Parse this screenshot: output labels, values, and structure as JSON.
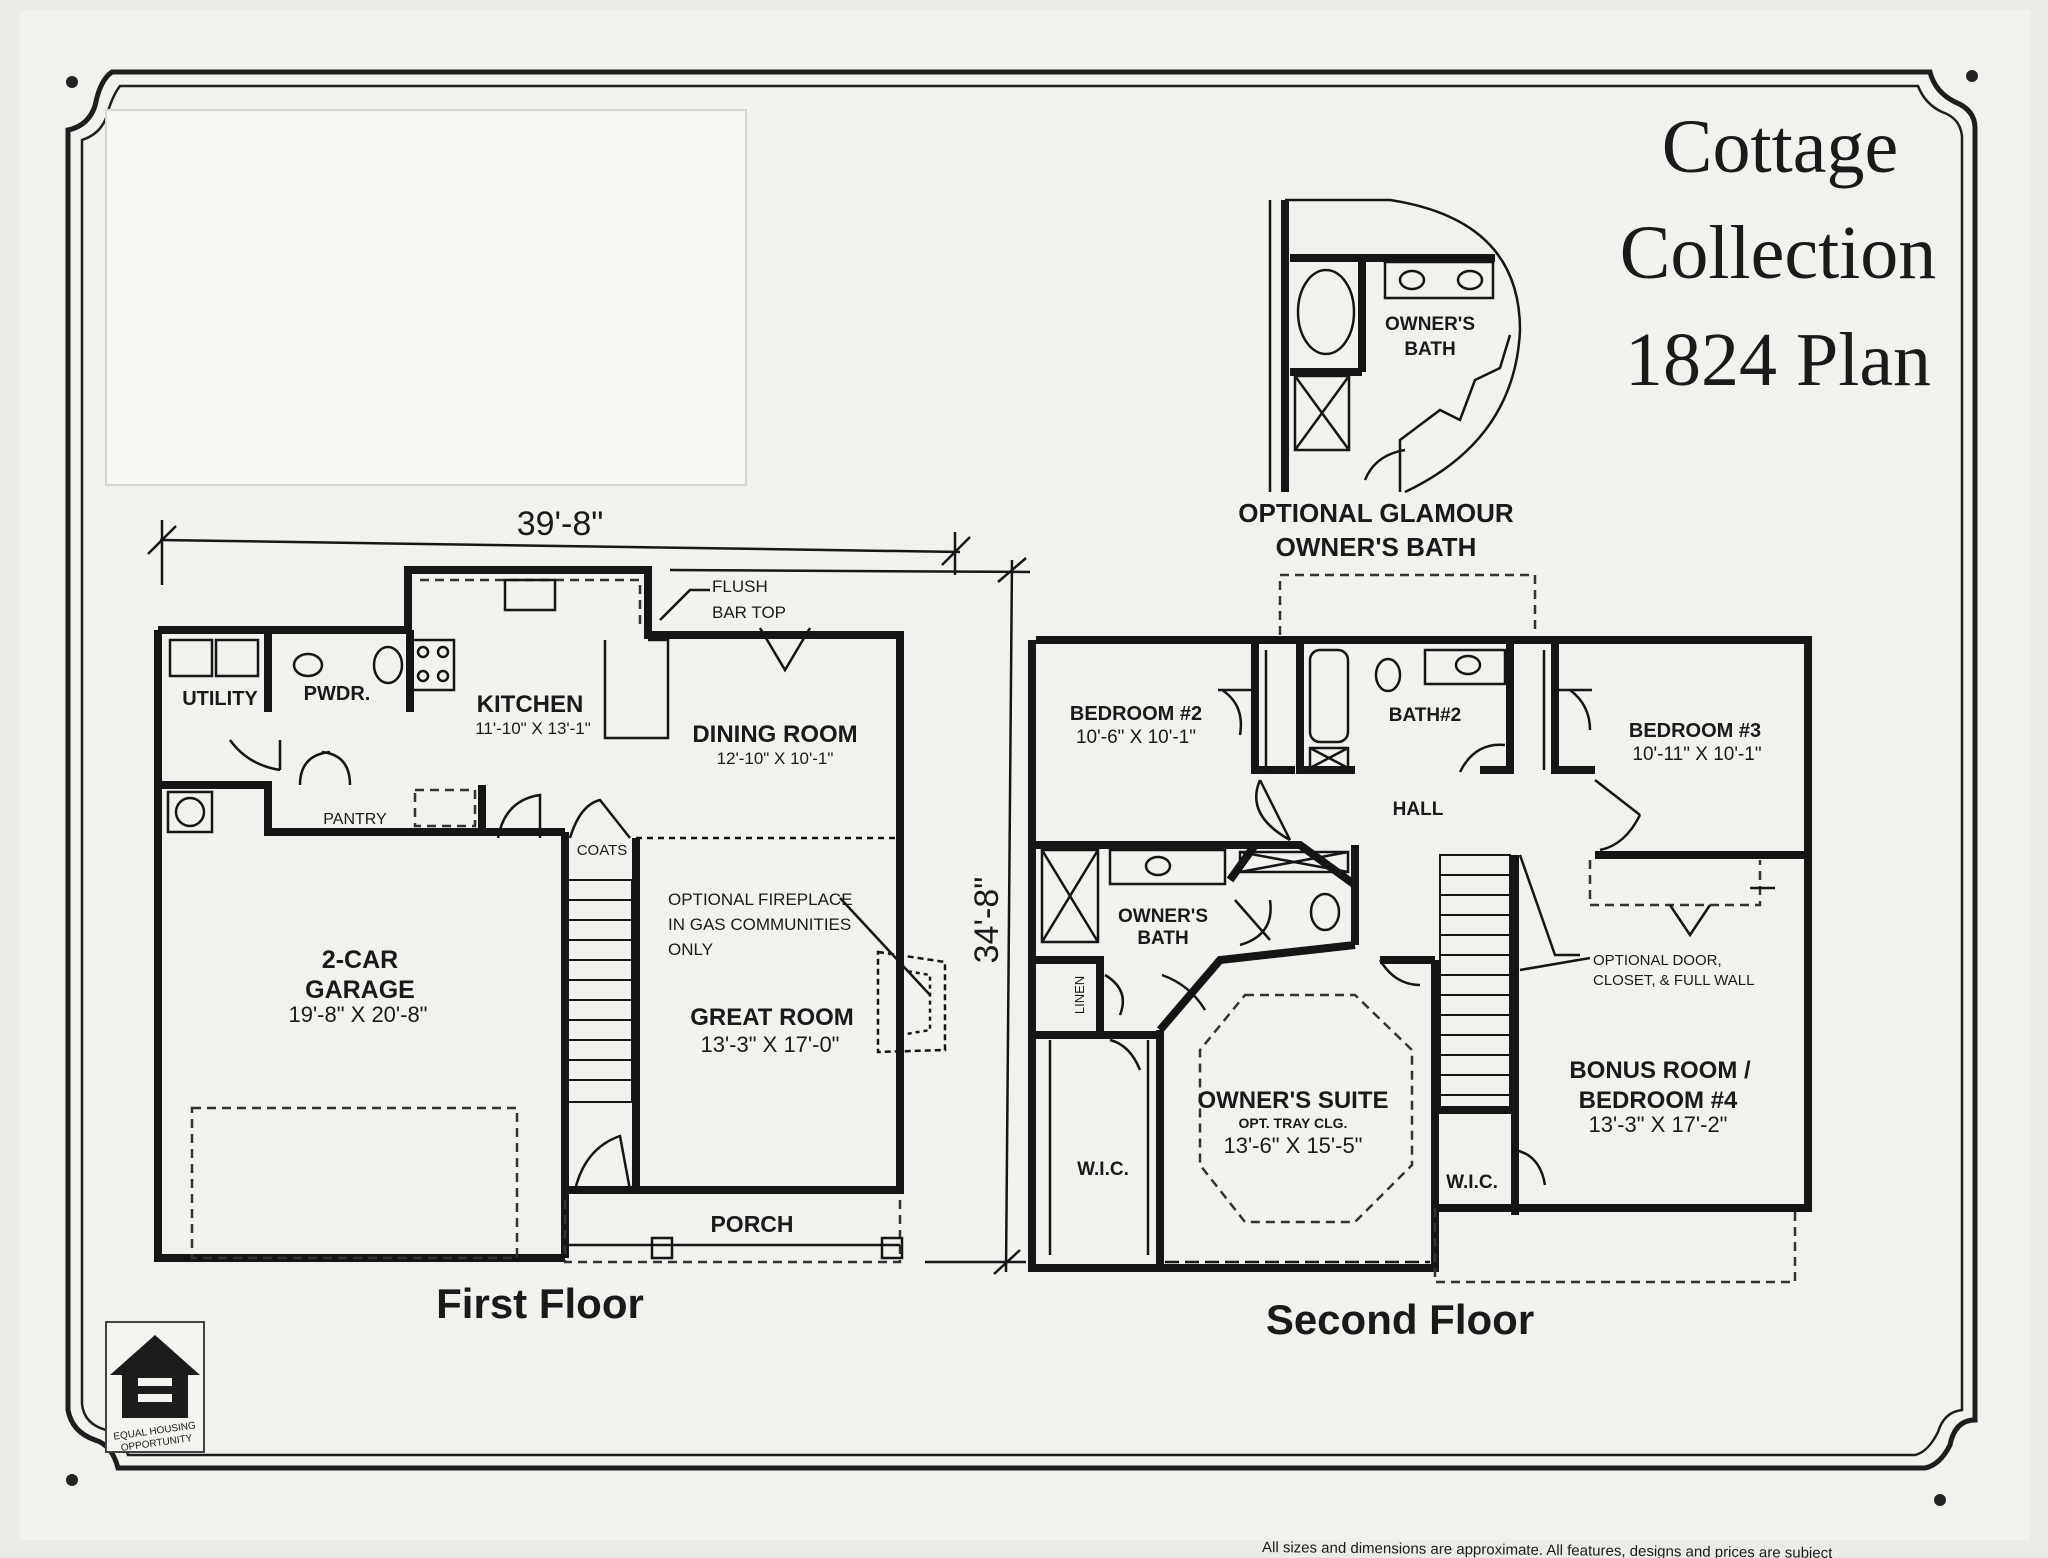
{
  "title": {
    "line1": "Cottage",
    "line2": "Collection",
    "line3": "1824 Plan"
  },
  "dimensions": {
    "width": "39'-8\"",
    "depth": "34'-8\""
  },
  "first_floor": {
    "caption": "First Floor",
    "rooms": {
      "utility": "UTILITY",
      "powder": "PWDR.",
      "kitchen": "KITCHEN",
      "kitchen_size": "11'-10\" X 13'-1\"",
      "dining": "DINING ROOM",
      "dining_size": "12'-10\" X 10'-1\"",
      "pantry": "PANTRY",
      "coats": "COATS",
      "garage_line1": "2-CAR",
      "garage_line2": "GARAGE",
      "garage_size": "19'-8\" X 20'-8\"",
      "great_room": "GREAT ROOM",
      "great_room_size": "13'-3\" X 17'-0\"",
      "porch": "PORCH"
    },
    "notes": {
      "flush_bar_line1": "FLUSH",
      "flush_bar_line2": "BAR TOP",
      "fireplace_line1": "OPTIONAL FIREPLACE",
      "fireplace_line2": "IN GAS COMMUNITIES",
      "fireplace_line3": "ONLY"
    }
  },
  "second_floor": {
    "caption": "Second Floor",
    "rooms": {
      "bedroom2": "BEDROOM #2",
      "bedroom2_size": "10'-6\" X 10'-1\"",
      "bath2": "BATH#2",
      "bedroom3": "BEDROOM #3",
      "bedroom3_size": "10'-11\" X 10'-1\"",
      "hall": "HALL",
      "owners_bath_line1": "OWNER'S",
      "owners_bath_line2": "BATH",
      "linen": "LINEN",
      "wic_left": "W.I.C.",
      "owners_suite": "OWNER'S SUITE",
      "tray": "OPT. TRAY CLG.",
      "owners_suite_size": "13'-6\" X 15'-5\"",
      "wic_right": "W.I.C.",
      "bonus_line1": "BONUS ROOM /",
      "bonus_line2": "BEDROOM #4",
      "bonus_size": "13'-3\" X 17'-2\""
    },
    "notes": {
      "optional_door_line1": "OPTIONAL DOOR,",
      "optional_door_line2": "CLOSET, & FULL WALL"
    }
  },
  "glamour_bath": {
    "room_line1": "OWNER'S",
    "room_line2": "BATH",
    "caption_line1": "OPTIONAL GLAMOUR",
    "caption_line2": "OWNER'S BATH"
  },
  "logo": {
    "text_line1": "EQUAL HOUSING",
    "text_line2": "OPPORTUNITY"
  },
  "footer": {
    "disclaimer": "All sizes and dimensions are approximate. All features, designs and prices are subject"
  }
}
